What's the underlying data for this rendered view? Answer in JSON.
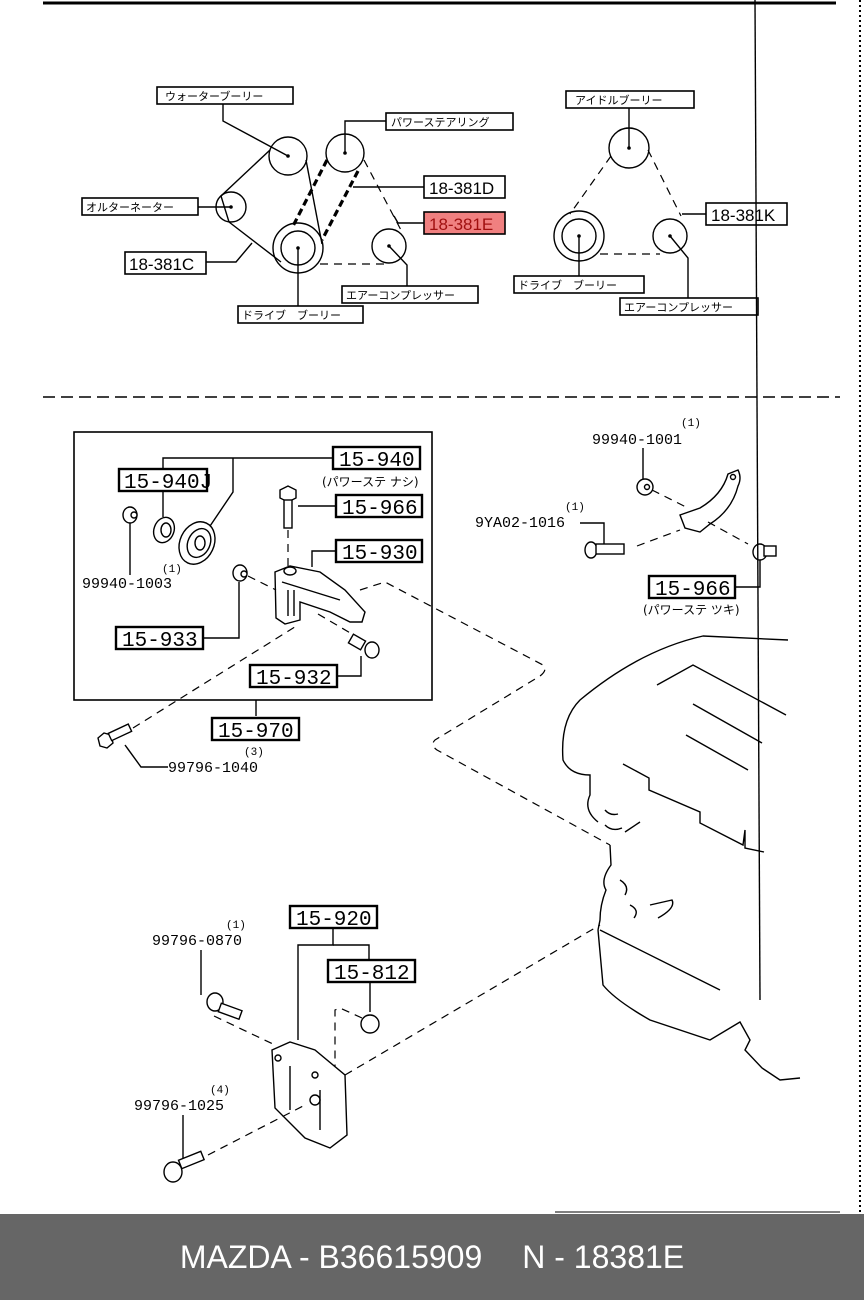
{
  "belt_diagram_left": {
    "labels": {
      "water_pulley": "ウォーターブーリー",
      "power_steering": "パワーステアリング",
      "alternator": "オルターネーター",
      "air_compressor": "エアーコンプレッサー",
      "drive_pulley": "ドライブ　ブーリー"
    },
    "codes": {
      "belt_c": "18-381C",
      "belt_d": "18-381D",
      "belt_e": "18-381E"
    },
    "highlight_color": "#f08080"
  },
  "belt_diagram_right": {
    "labels": {
      "idle_pulley": "アイドルブーリー",
      "drive_pulley": "ドライブ　ブーリー",
      "air_compressor": "エアーコンプレッサー"
    },
    "codes": {
      "belt_k": "18-381K"
    }
  },
  "bracket_assembly": {
    "parts": {
      "p15_940": "15-940",
      "p15_940_note": "(パワーステ ナシ)",
      "p15_940J": "15-940J",
      "p15_966": "15-966",
      "p15_930": "15-930",
      "p15_933": "15-933",
      "p15_932": "15-932",
      "p15_970": "15-970",
      "p15_970_qty": "(3)",
      "nut_99940_1003": "99940-1003",
      "nut_99940_1003_qty": "(1)",
      "bolt_99796_1040": "99796-1040"
    }
  },
  "power_steering_bracket": {
    "parts": {
      "nut_99940_1001": "99940-1001",
      "nut_99940_1001_qty": "(1)",
      "bolt_9YA02_1016": "9YA02-1016",
      "bolt_9YA02_1016_qty": "(1)",
      "p15_966": "15-966",
      "p15_966_note": "(パワーステ ツキ)"
    }
  },
  "lower_bracket": {
    "parts": {
      "p15_920": "15-920",
      "p15_812": "15-812",
      "bolt_99796_0870": "99796-0870",
      "bolt_99796_0870_qty": "(1)",
      "bolt_99796_1025": "99796-1025",
      "bolt_99796_1025_qty": "(4)"
    }
  },
  "footer": {
    "brand_part": "MAZDA - B36615909",
    "ref_code": "N - 18381E"
  }
}
